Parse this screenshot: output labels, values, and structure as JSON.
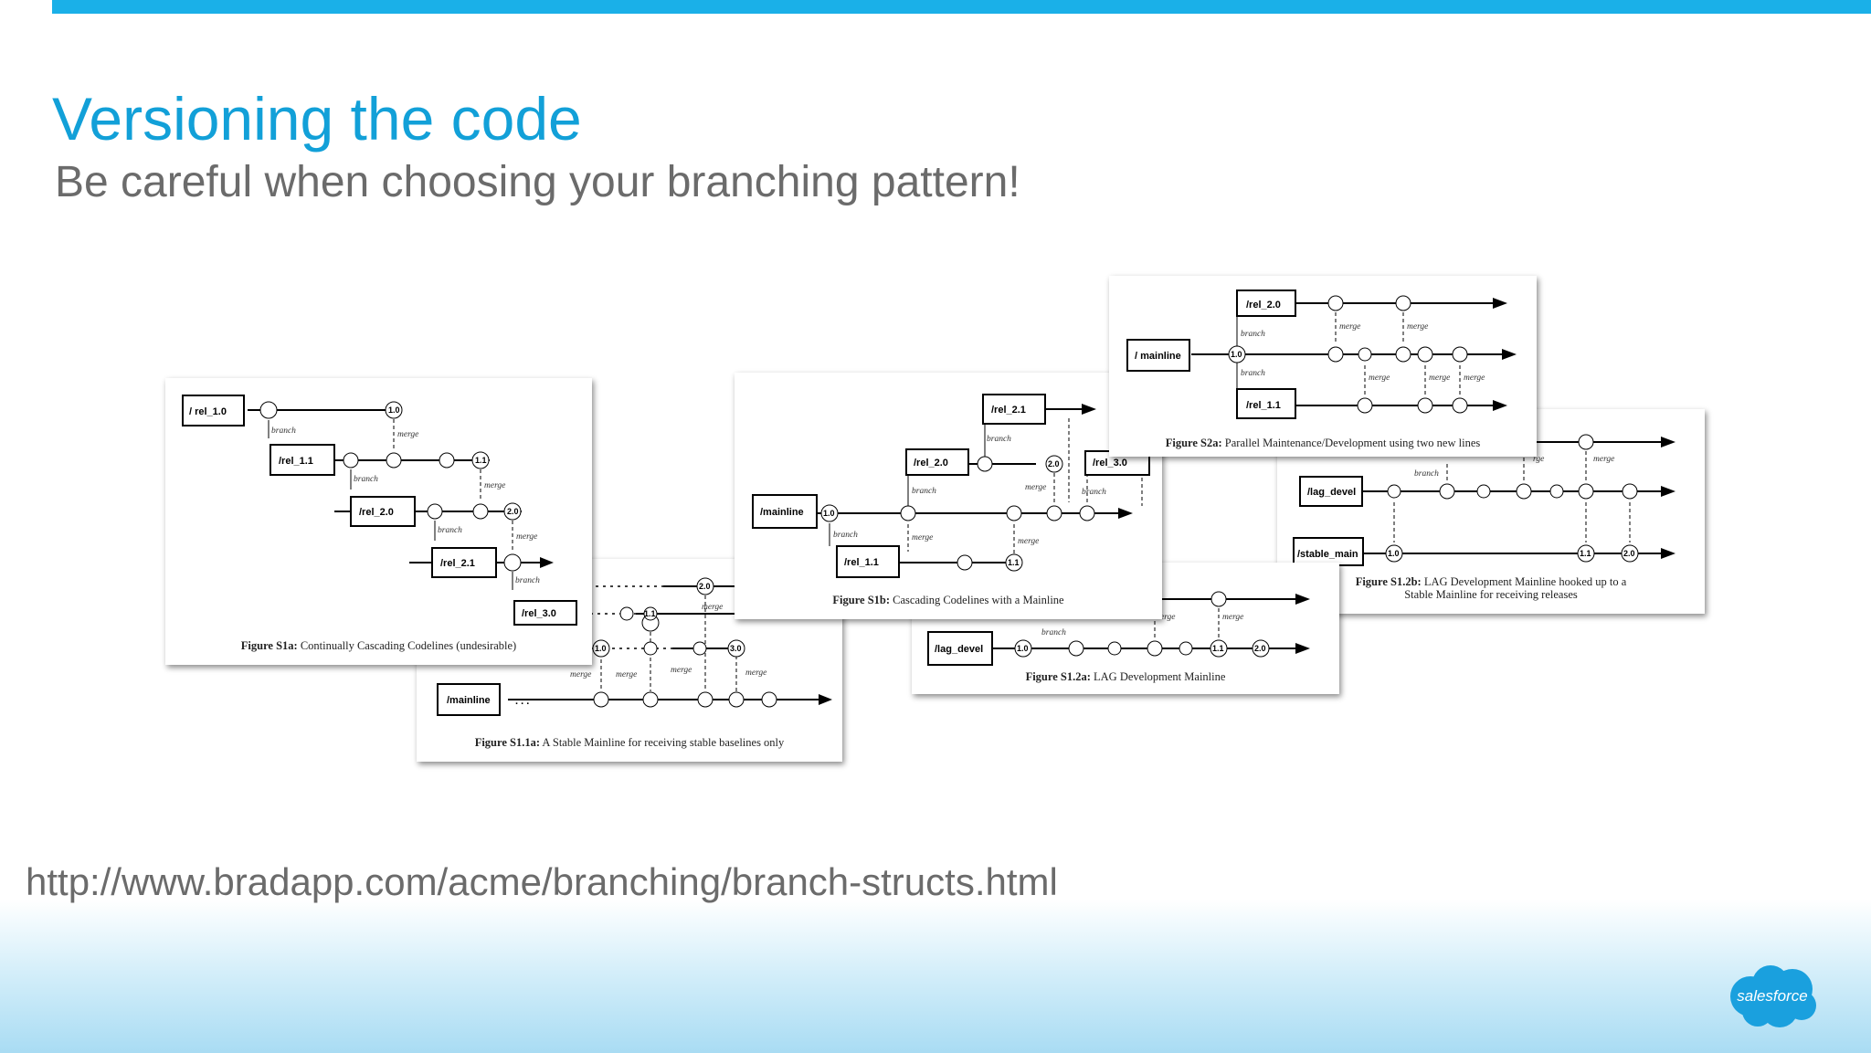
{
  "title": "Versioning the code",
  "subtitle": "Be careful when choosing your branching pattern!",
  "url": "http://www.bradapp.com/acme/branching/branch-structs.html",
  "logo_text": "salesforce",
  "colors": {
    "accent": "#1ab0e8",
    "title": "#12a0d8",
    "gray_text": "#6b6b6b"
  },
  "figures": {
    "s1_1a": {
      "caption_bold": "Figure S1.1a:",
      "caption_text": "A Stable Mainline for receiving stable baselines only",
      "mainline": "/mainline",
      "dots": ". . .",
      "v10": "1.0",
      "v11": "1.1",
      "v20": "2.0",
      "v30": "3.0",
      "v2x": "2",
      "merge": "merge"
    },
    "s1a": {
      "caption_bold": "Figure S1a:",
      "caption_text": "Continually Cascading Codelines (undesirable)",
      "rel10": "/ rel_1.0",
      "rel11": "/rel_1.1",
      "rel20": "/rel_2.0",
      "rel21": "/rel_2.1",
      "rel30": "/rel_3.0",
      "v10": "1.0",
      "v11": "1.1",
      "v20": "2.0",
      "branch": "branch",
      "merge": "merge"
    },
    "s1_2a": {
      "caption_bold": "Figure S1.2a:",
      "caption_text": "LAG Development Mainline",
      "lag": "/lag_devel",
      "v10": "1.0",
      "v11": "1.1",
      "v20": "2.0",
      "branch": "branch",
      "merge": "merge",
      "erge": "erge"
    },
    "s1_2b": {
      "caption_bold": "Figure S1.2b:",
      "caption_line1": "LAG Development Mainline hooked up to a",
      "caption_line2": "Stable Mainline for receiving releases",
      "lag": "/lag_devel",
      "stable": "/stable_main",
      "v10": "1.0",
      "v11": "1.1",
      "v20": "2.0",
      "branch": "branch",
      "merge": "merge",
      "rge": "rge"
    },
    "s1b": {
      "caption_bold": "Figure S1b:",
      "caption_text": "Cascading Codelines with a Mainline",
      "mainline": "/mainline",
      "rel11": "/rel_1.1",
      "rel20": "/rel_2.0",
      "rel21": "/rel_2.1",
      "relx": "/rel_3.0",
      "v10": "1.0",
      "v11": "1.1",
      "v20": "2.0",
      "branch": "branch",
      "merge": "merge"
    },
    "s2a": {
      "caption_bold": "Figure S2a:",
      "caption_text": "Parallel Maintenance/Development using two new lines",
      "mainline": "/ mainline",
      "rel20": "/rel_2.0",
      "rel11": "/rel_1.1",
      "v10": "1.0",
      "branch": "branch",
      "merge": "merge"
    }
  }
}
